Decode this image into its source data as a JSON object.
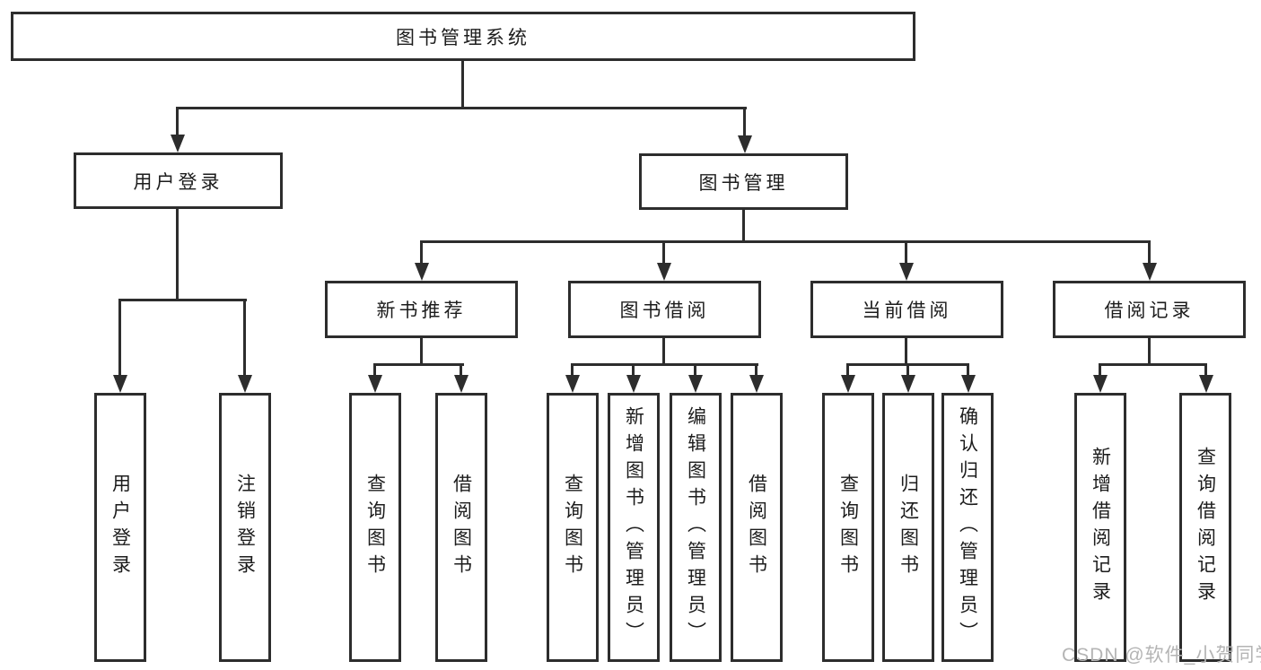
{
  "diagram_type": "hierarchy-tree",
  "colors": {
    "line": "#2d2d2d",
    "box_border": "#2d2d2d",
    "text": "#1c1c1c",
    "background": "#ffffff",
    "watermark": "#b4b4b4"
  },
  "tree": {
    "label": "图书管理系统",
    "children": [
      {
        "label": "用户登录",
        "children": [
          {
            "label": "用户登录"
          },
          {
            "label": "注销登录"
          }
        ]
      },
      {
        "label": "图书管理",
        "children": [
          {
            "label": "新书推荐",
            "children": [
              {
                "label": "查询图书"
              },
              {
                "label": "借阅图书"
              }
            ]
          },
          {
            "label": "图书借阅",
            "children": [
              {
                "label": "查询图书"
              },
              {
                "label": "新增图书（管理员）"
              },
              {
                "label": "编辑图书（管理员）"
              },
              {
                "label": "借阅图书"
              }
            ]
          },
          {
            "label": "当前借阅",
            "children": [
              {
                "label": "查询图书"
              },
              {
                "label": "归还图书"
              },
              {
                "label": "确认归还（管理员）"
              }
            ]
          },
          {
            "label": "借阅记录",
            "children": [
              {
                "label": "新增借阅记录"
              },
              {
                "label": "查询借阅记录"
              }
            ]
          }
        ]
      }
    ]
  },
  "watermark": {
    "text": "CSDN @软件_小贺同学"
  }
}
